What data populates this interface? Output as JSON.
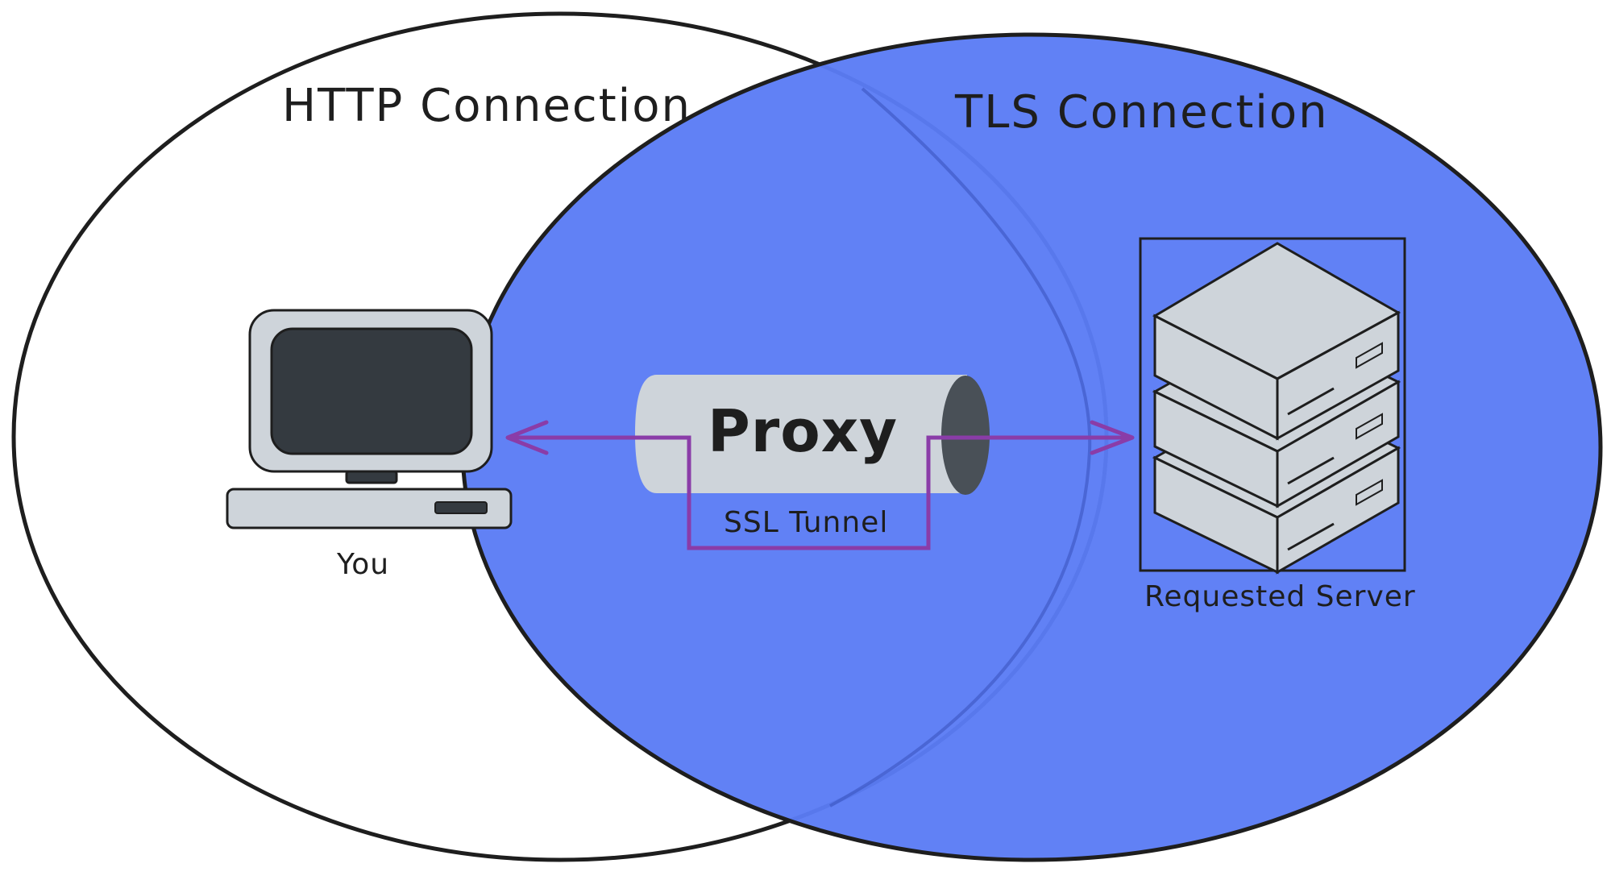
{
  "labels": {
    "http_connection": "HTTP Connection",
    "tls_connection": "TLS Connection",
    "proxy": "Proxy",
    "ssl_tunnel": "SSL Tunnel",
    "you": "You",
    "requested_server": "Requested Server"
  },
  "colors": {
    "tls_fill": "#5b7cf5",
    "stroke": "#1e1e1e",
    "tunnel_line": "#8a3ca8",
    "device_gray": "#ced4da",
    "screen_dark": "#343a40",
    "pipe_end": "#495057"
  },
  "icons": {
    "computer": "computer-icon",
    "server": "server-stack-icon"
  }
}
